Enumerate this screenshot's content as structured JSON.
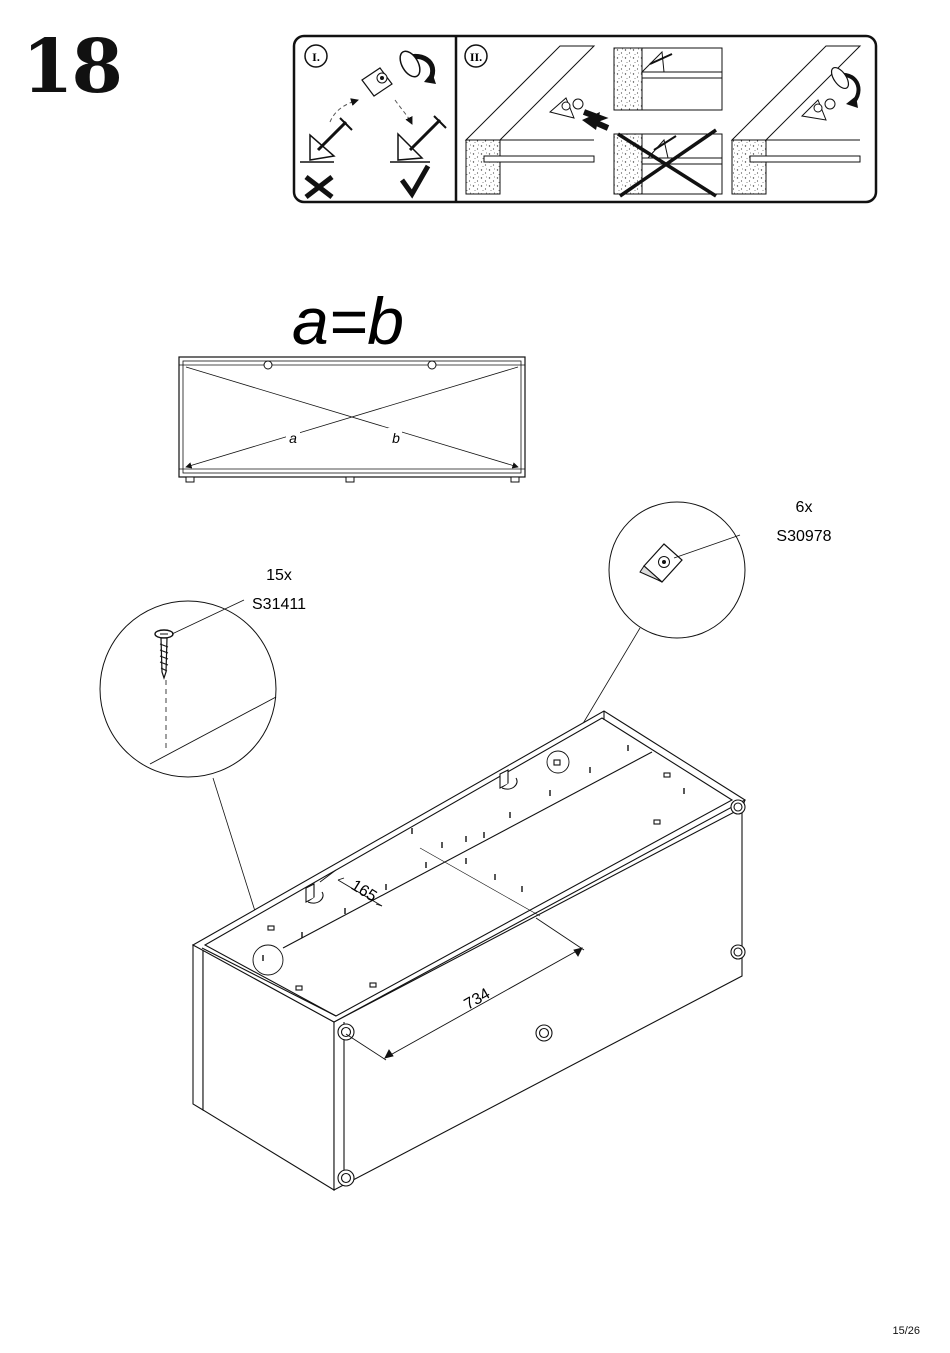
{
  "step": {
    "number": "18"
  },
  "instruction_panel": {
    "part1_label": "I.",
    "part2_label": "II."
  },
  "diagonal_check": {
    "formula": "a=b",
    "label_a": "a",
    "label_b": "b"
  },
  "callouts": {
    "screw": {
      "quantity": "15x",
      "code": "S31411"
    },
    "bracket": {
      "quantity": "6x",
      "code": "S30978"
    }
  },
  "dimensions": {
    "short": "165",
    "long": "734"
  },
  "footer": {
    "page": "15/26"
  }
}
